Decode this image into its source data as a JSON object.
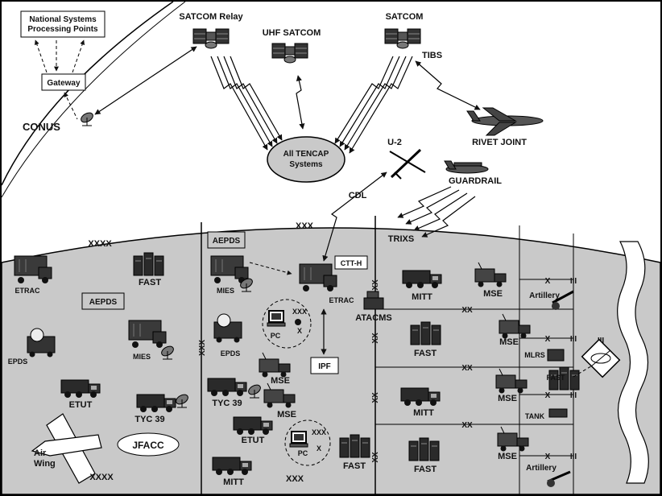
{
  "upper": {
    "national_points": "National Systems Processing Points",
    "gateway": "Gateway",
    "conus": "CONUS",
    "satcom_relay": "SATCOM Relay",
    "uhf_satcom": "UHF SATCOM",
    "satcom": "SATCOM",
    "tibs": "TIBS",
    "rivet_joint": "RIVET JOINT",
    "all_tencap": "All TENCAP Systems",
    "u2": "U-2",
    "guardrail": "GUARDRAIL",
    "cdl": "CDL",
    "trixs": "TRIXS"
  },
  "echelons": {
    "xxxx_top": "XXXX",
    "xxxx_bottom": "XXXX",
    "xxx_top": "XXX",
    "xxx_bottom": "XXX",
    "xxx_pc1": "XXX",
    "x_pc1": "X",
    "xx_pc2": "XXX",
    "x_pc2": "X",
    "xx_row1": "XX",
    "xx_row2": "XX",
    "xx_row3": "XX",
    "x_art1": "X",
    "x_mse": "X",
    "x_fast": "X",
    "x_art2": "X",
    "iii_1": "III",
    "iii_2": "III",
    "iii_3": "III",
    "iii_4": "III",
    "iii_big": "III",
    "xx_vert": "XX",
    "xxx_vert": "XXX"
  },
  "corps": {
    "etrac": "ETRAC",
    "fast": "FAST",
    "aepds": "AEPDS",
    "epds": "EPDS",
    "mies": "MIES",
    "etut": "ETUT",
    "tyc39": "TYC 39",
    "air_wing": "Air Wing",
    "jfacc": "JFACC"
  },
  "division": {
    "aepds": "AEPDS",
    "ctth": "CTT-H",
    "mies": "MIES",
    "etrac": "ETRAC",
    "pc1": "PC",
    "epds": "EPDS",
    "ipf": "IPF",
    "mse1": "MSE",
    "tyc39": "TYC 39",
    "mse2": "MSE",
    "etut": "ETUT",
    "pc2": "PC",
    "fast": "FAST",
    "mitt": "MITT"
  },
  "brigade": {
    "atacms": "ATACMS",
    "mitt1": "MITT",
    "mse1": "MSE",
    "artillery1": "Artillery",
    "fast1": "FAST",
    "mse2": "MSE",
    "mlrs": "MLRS",
    "fast2": "FAST",
    "mitt2": "MITT",
    "mse3": "MSE",
    "tank": "TANK",
    "fast3": "FAST",
    "mse4": "MSE",
    "artillery2": "Artillery"
  }
}
